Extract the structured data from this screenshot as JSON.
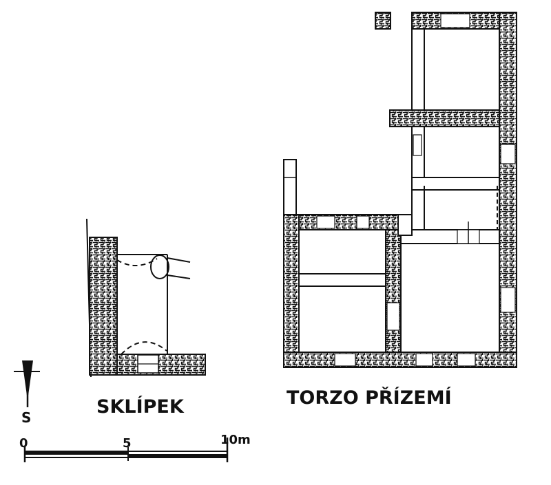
{
  "plans": {
    "cellar": {
      "label": "SKLÍPEK"
    },
    "ground_floor": {
      "label": "TORZO PŘÍZEMÍ"
    }
  },
  "north_arrow": {
    "label": "S"
  },
  "scale_bar": {
    "ticks": [
      "0",
      "5",
      "10m"
    ]
  },
  "colors": {
    "ink": "#111111",
    "paper": "#ffffff"
  }
}
